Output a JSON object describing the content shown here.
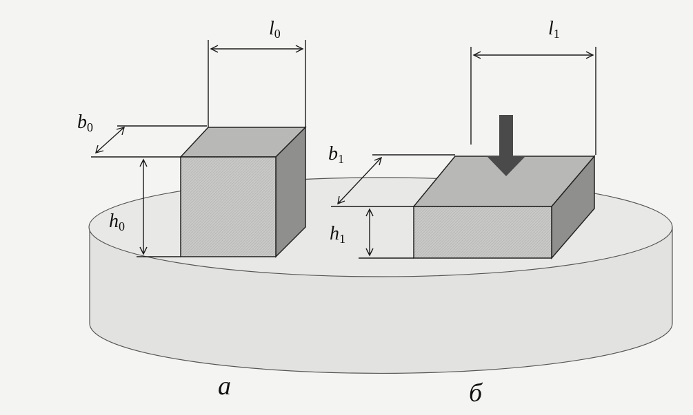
{
  "labels": {
    "l0": {
      "main": "l",
      "sub": "0"
    },
    "l1": {
      "main": "l",
      "sub": "1"
    },
    "b0": {
      "main": "b",
      "sub": "0"
    },
    "b1": {
      "main": "b",
      "sub": "1"
    },
    "h0": {
      "main": "h",
      "sub": "0"
    },
    "h1": {
      "main": "h",
      "sub": "1"
    }
  },
  "captions": {
    "left": "а",
    "right": "б"
  },
  "colors": {
    "platform": "#e2e2e0",
    "platform_top": "#e8e8e6",
    "cube_front": "#c9c9c7",
    "cube_top": "#b8b8b6",
    "cube_side": "#8f8f8d",
    "line": "#1a1a1a",
    "arrow": "#4a4a4a"
  },
  "icons": {
    "force_arrow": "down-arrow-icon"
  }
}
